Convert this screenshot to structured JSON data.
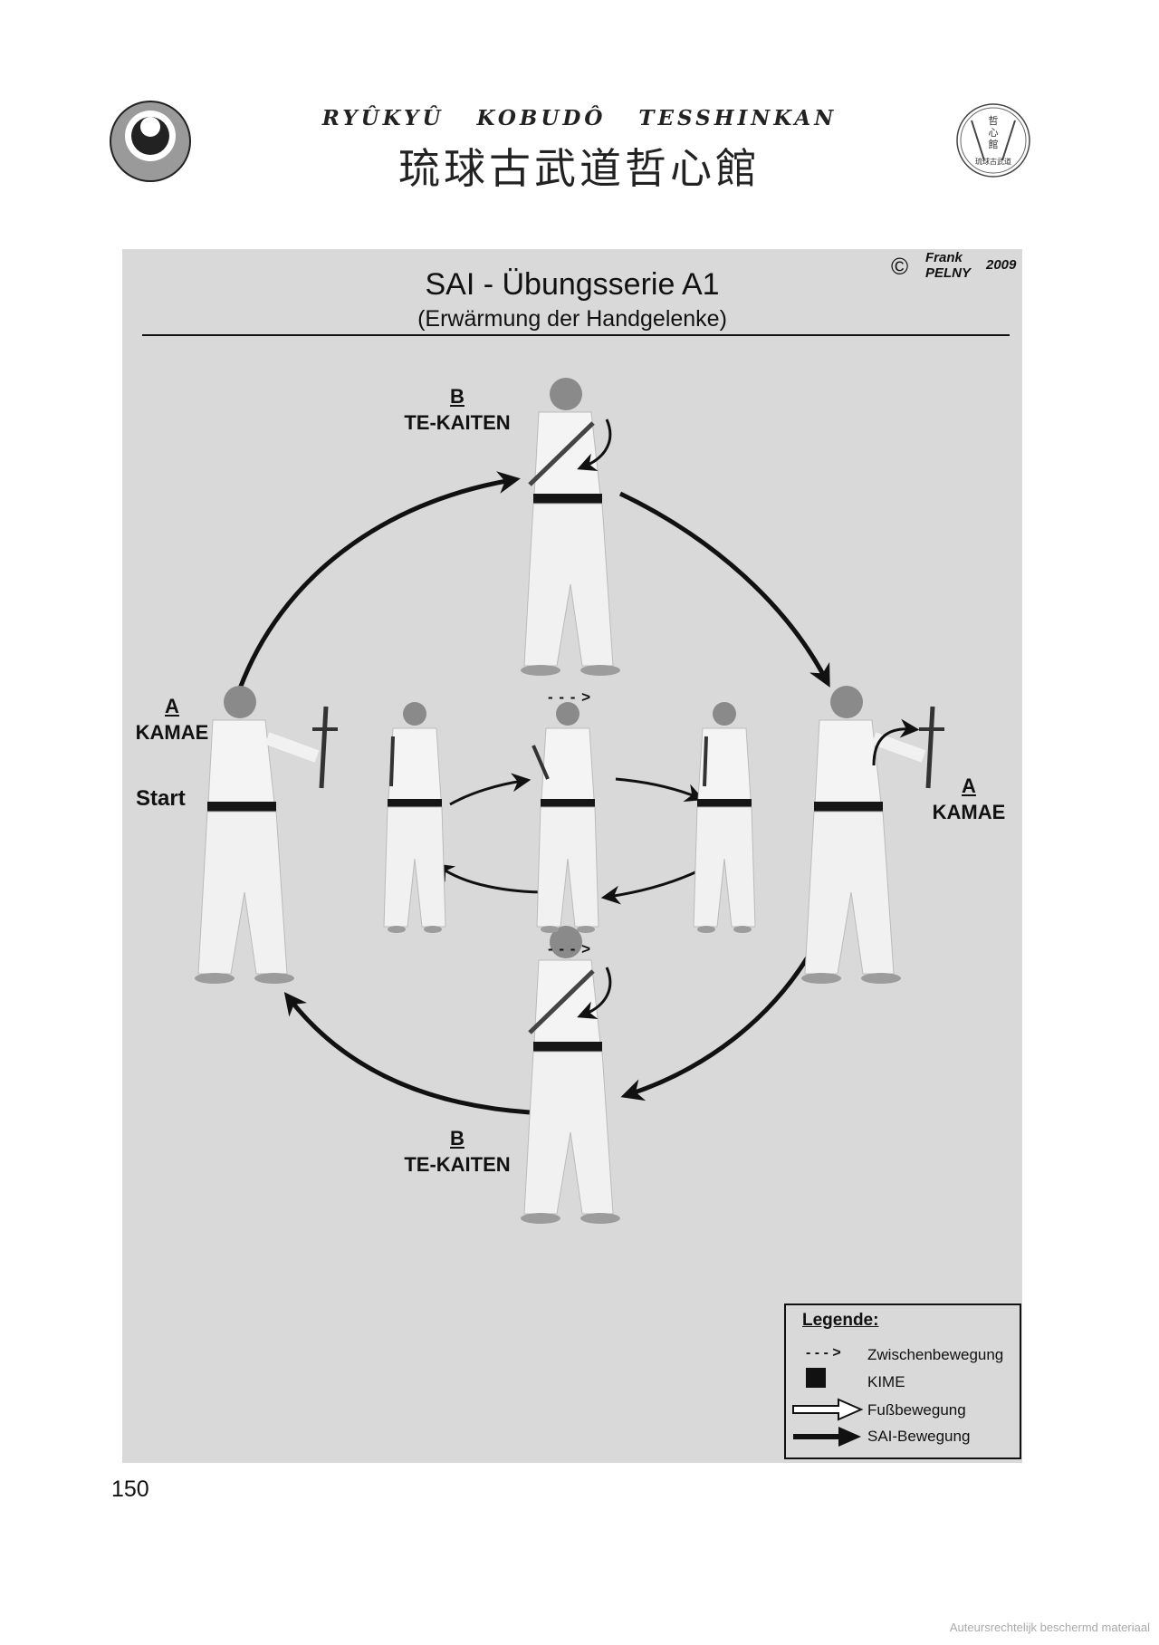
{
  "header": {
    "latin_title": "RYÛKYÛ KOBUDÔ TESSHINKAN",
    "kanji_title": "琉球古武道哲心館",
    "right_logo_text": [
      "哲",
      "心",
      "館",
      "琉球古武道"
    ]
  },
  "diagram": {
    "title": "SAI - Übungsserie A1",
    "subtitle": "(Erwärmung der Handgelenke)",
    "copyright": {
      "symbol": "©",
      "author": [
        "Frank",
        "PELNY"
      ],
      "year": "2009"
    },
    "positions": {
      "top": {
        "letter": "B",
        "name": "TE-KAITEN"
      },
      "left": {
        "letter": "A",
        "name": "KAMAE",
        "start": "Start"
      },
      "right": {
        "letter": "A",
        "name": "KAMAE"
      },
      "bottom": {
        "letter": "B",
        "name": "TE-KAITEN"
      }
    },
    "intermediate_marker": "- - - >"
  },
  "legend": {
    "title": "Legende:",
    "items": [
      {
        "symbol": "- - - >",
        "label": "Zwischenbewegung"
      },
      {
        "symbol": "square",
        "label": "KIME"
      },
      {
        "symbol": "hollow-arrow",
        "label": "Fußbewegung"
      },
      {
        "symbol": "solid-arrow",
        "label": "SAI-Bewegung"
      }
    ]
  },
  "page": {
    "number": "150",
    "watermark": "Auteursrechtelijk beschermd materiaal"
  }
}
